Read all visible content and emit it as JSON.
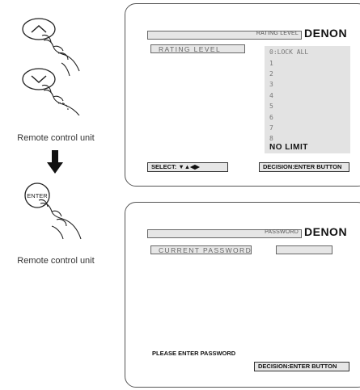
{
  "left_column": {
    "caption_top": "Remote control unit",
    "caption_bottom": "Remote control unit",
    "enter_key": "ENTER"
  },
  "screen1": {
    "title_label": "RATING LEVEL",
    "brand": "DENON",
    "field_label": "RATING LEVEL",
    "options": [
      "0:LOCK ALL",
      "1",
      "2",
      "3",
      "4",
      "5",
      "6",
      "7",
      "8",
      "NO LIMIT"
    ],
    "selected_option": "NO LIMIT",
    "select_label": "SELECT: ▼▲◀▶",
    "decision_label": "DECISION:ENTER BUTTON"
  },
  "screen2": {
    "title_label": "PASSWORD",
    "brand": "DENON",
    "field_label": "CURRENT PASSWORD",
    "prompt": "PLEASE ENTER PASSWORD",
    "decision_label": "DECISION:ENTER BUTTON"
  }
}
